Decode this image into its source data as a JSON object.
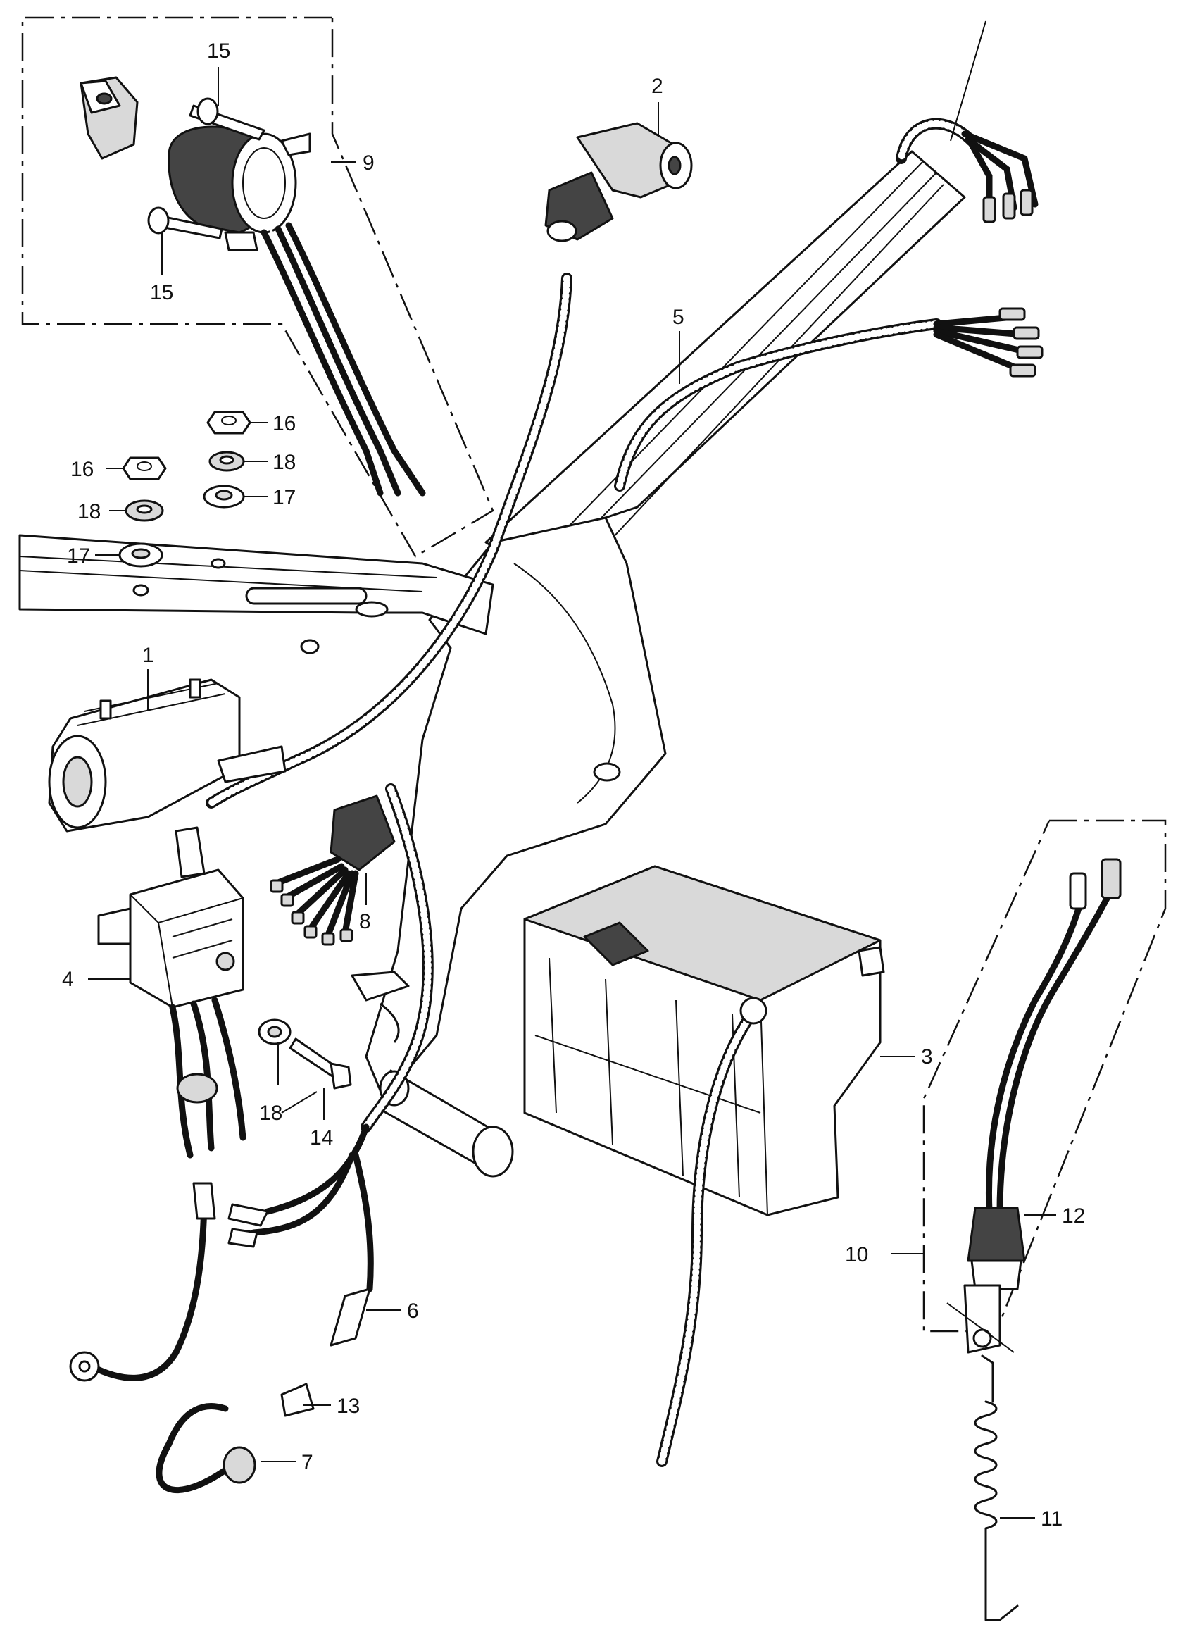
{
  "diagram": {
    "callouts": [
      {
        "id": "c1",
        "text": "1"
      },
      {
        "id": "c2",
        "text": "2"
      },
      {
        "id": "c3",
        "text": "3"
      },
      {
        "id": "c4",
        "text": "4"
      },
      {
        "id": "c5",
        "text": "5"
      },
      {
        "id": "c6",
        "text": "6"
      },
      {
        "id": "c7",
        "text": "7"
      },
      {
        "id": "c8",
        "text": "8"
      },
      {
        "id": "c9",
        "text": "9"
      },
      {
        "id": "c10",
        "text": "10"
      },
      {
        "id": "c11",
        "text": "11"
      },
      {
        "id": "c12",
        "text": "12"
      },
      {
        "id": "c13",
        "text": "13"
      },
      {
        "id": "c14",
        "text": "14"
      },
      {
        "id": "c15a",
        "text": "15"
      },
      {
        "id": "c15b",
        "text": "15"
      },
      {
        "id": "c16a",
        "text": "16"
      },
      {
        "id": "c16b",
        "text": "16"
      },
      {
        "id": "c17a",
        "text": "17"
      },
      {
        "id": "c17b",
        "text": "17"
      },
      {
        "id": "c18a",
        "text": "18"
      },
      {
        "id": "c18b",
        "text": "18"
      },
      {
        "id": "c18c",
        "text": "18"
      }
    ]
  }
}
